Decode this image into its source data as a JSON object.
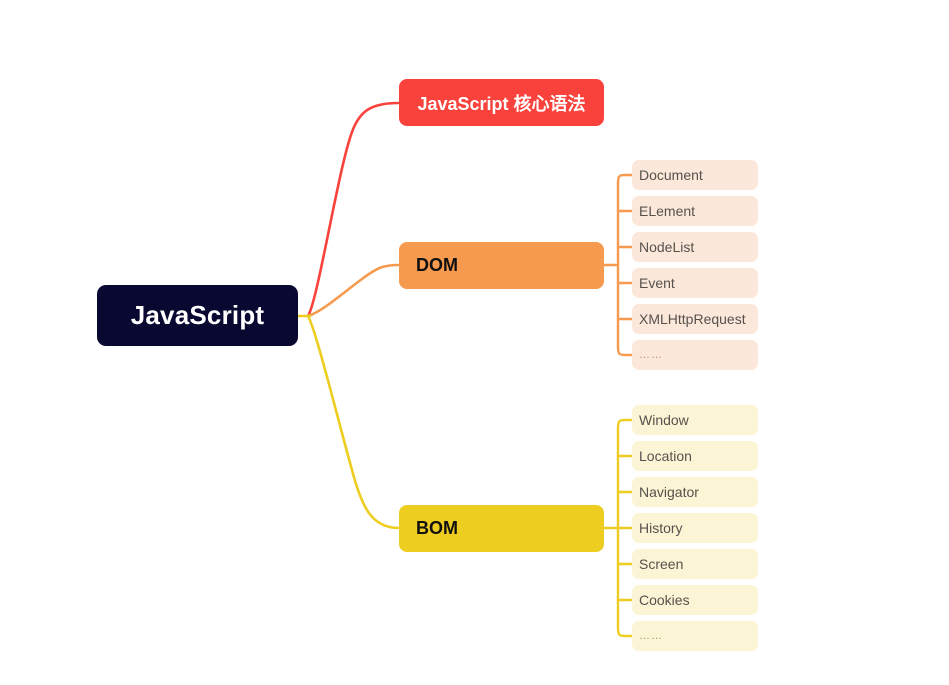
{
  "diagram": {
    "type": "mind-map",
    "background": "#ffffff",
    "root": {
      "label": "JavaScript",
      "color": "#080831",
      "text_color": "#ffffff"
    },
    "branches": [
      {
        "id": "core-syntax",
        "label": "JavaScript 核心语法",
        "color": "#F9423C",
        "text_color": "#ffffff",
        "leaves": []
      },
      {
        "id": "dom",
        "label": "DOM",
        "color": "#F59A4E",
        "text_color": "#101010",
        "leaf_color": "#FBE8DA",
        "leaf_text_color": "#57514C",
        "leaves": [
          {
            "label": "Document"
          },
          {
            "label": "ELement"
          },
          {
            "label": "NodeList"
          },
          {
            "label": "Event"
          },
          {
            "label": "XMLHttpRequest"
          },
          {
            "label": "……"
          }
        ]
      },
      {
        "id": "bom",
        "label": "BOM",
        "color": "#EECD21",
        "text_color": "#101010",
        "leaf_color": "#FBF5D5",
        "leaf_text_color": "#57514C",
        "leaves": [
          {
            "label": "Window"
          },
          {
            "label": "Location"
          },
          {
            "label": "Navigator"
          },
          {
            "label": "History"
          },
          {
            "label": "Screen"
          },
          {
            "label": "Cookies"
          },
          {
            "label": "……"
          }
        ]
      }
    ]
  }
}
